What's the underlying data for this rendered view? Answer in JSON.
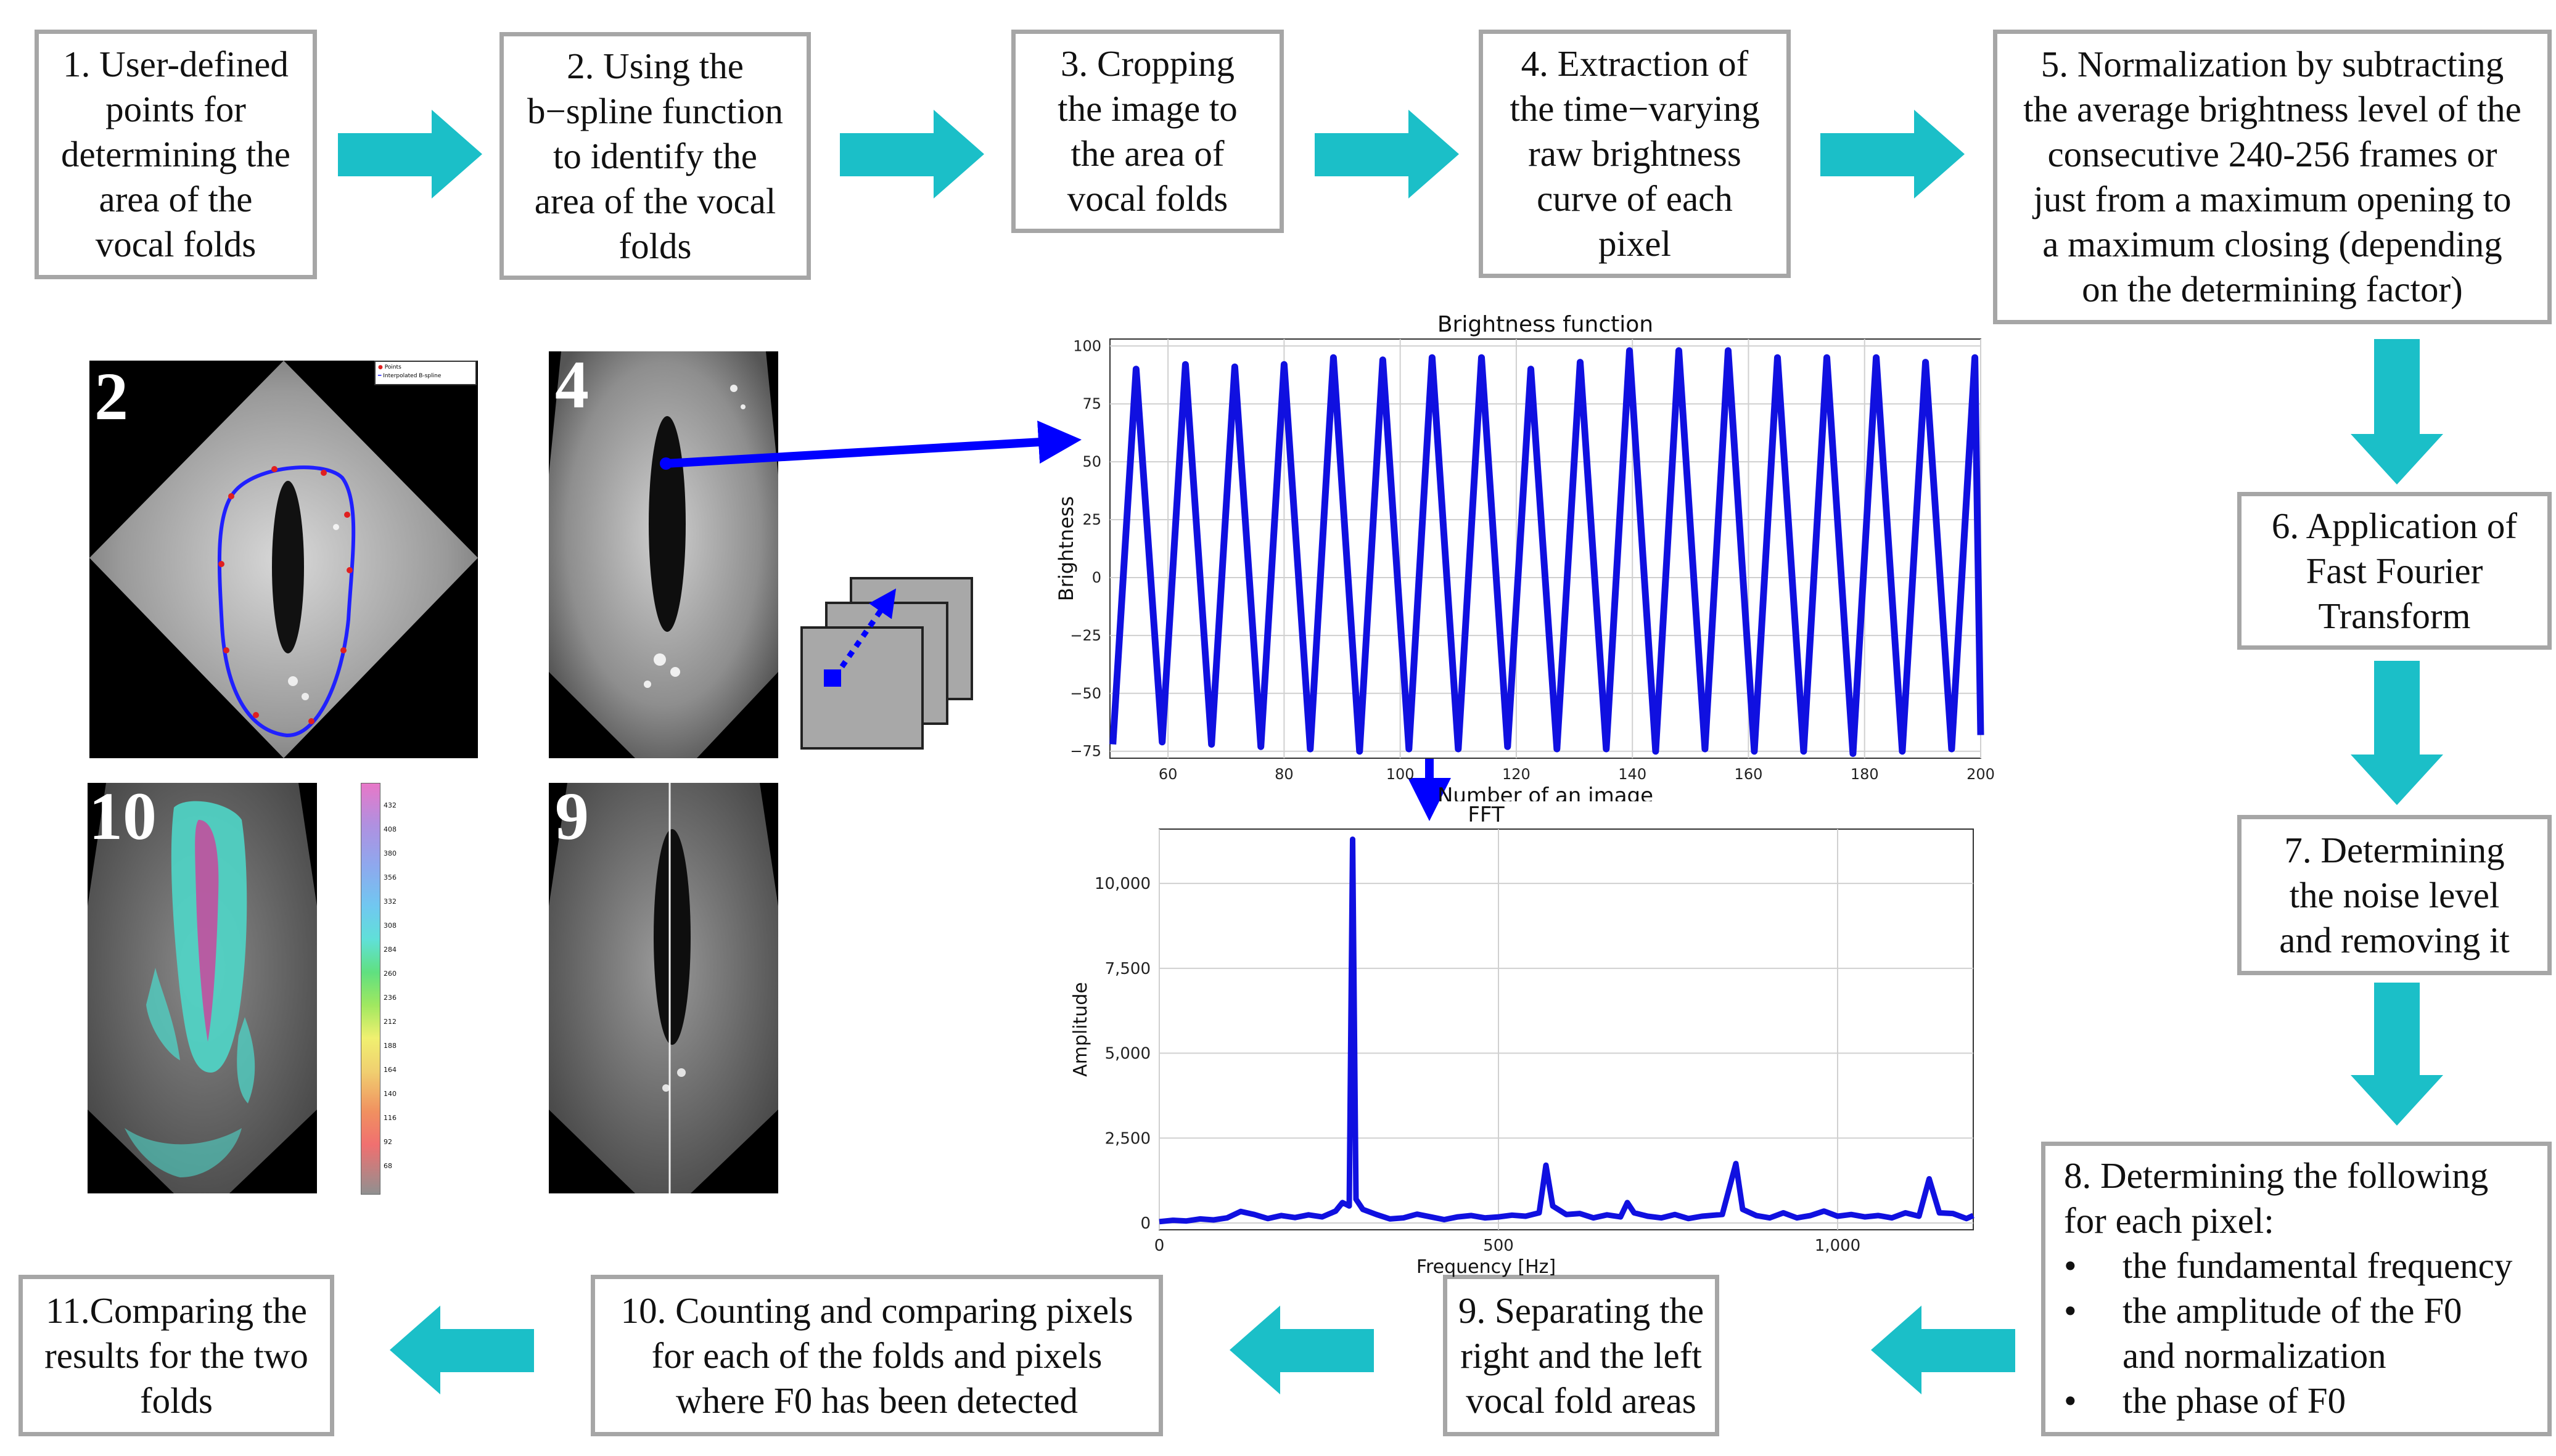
{
  "steps": [
    {
      "id": "step-1",
      "lines": [
        "1. User-defined",
        "points for",
        "determining the",
        "area of the",
        "vocal folds"
      ]
    },
    {
      "id": "step-2",
      "lines": [
        "2. Using the",
        "b−spline function",
        "to identify the",
        "area of the vocal",
        "folds"
      ]
    },
    {
      "id": "step-3",
      "lines": [
        "3. Cropping",
        "the image to",
        "the area of",
        "vocal folds"
      ]
    },
    {
      "id": "step-4",
      "lines": [
        "4. Extraction of",
        "the time−varying",
        "raw brightness",
        "curve of each",
        "pixel"
      ]
    },
    {
      "id": "step-5",
      "lines": [
        "5. Normalization by subtracting",
        "the average brightness level of the",
        "consecutive 240-256 frames or",
        "just from a maximum opening to",
        "a maximum closing (depending",
        "on the determining factor)"
      ]
    },
    {
      "id": "step-6",
      "lines": [
        "6. Application of",
        "Fast Fourier",
        "Transform"
      ]
    },
    {
      "id": "step-7",
      "lines": [
        "7. Determining",
        "the noise level",
        "and removing it"
      ]
    },
    {
      "id": "step-9",
      "lines": [
        "9. Separating the",
        "right and the left",
        "vocal fold areas"
      ]
    },
    {
      "id": "step-10",
      "lines": [
        "10. Counting and comparing pixels",
        "for each of the folds and pixels",
        "where F0 has been detected"
      ]
    },
    {
      "id": "step-11",
      "lines": [
        "11.Comparing the",
        "results for the two",
        "folds"
      ]
    }
  ],
  "step8": {
    "lines": [
      "8. Determining the following",
      "for each pixel:"
    ],
    "bullet_symbol": "•",
    "bullets": [
      [
        "the fundamental frequency"
      ],
      [
        "the amplitude of the F0",
        "and normalization"
      ],
      [
        "the phase of F0"
      ]
    ]
  },
  "image_labels": {
    "img2": "2",
    "img4": "4",
    "img10": "10",
    "img9": "9"
  },
  "legend": {
    "points": "Points",
    "interpolated": "Interpolated B-spline"
  },
  "colorbar_ticks": [
    "432",
    "408",
    "380",
    "356",
    "332",
    "308",
    "284",
    "260",
    "236",
    "212",
    "188",
    "164",
    "140",
    "116",
    "92",
    "68"
  ],
  "colors": {
    "arrow": "#1bbfc8",
    "box_border": "#a6a6a6",
    "series": "#1010e0",
    "link": "#0000ff"
  },
  "chart_data": [
    {
      "type": "line",
      "title": "Brightness function",
      "xlabel": "Number of an image",
      "ylabel": "Brightness",
      "xlim": [
        50,
        200
      ],
      "ylim": [
        -78,
        103
      ],
      "xticks": [
        60,
        80,
        100,
        120,
        140,
        160,
        180,
        200
      ],
      "yticks": [
        100,
        75,
        50,
        25,
        0,
        -25,
        -50,
        -75
      ],
      "ytick_labels": [
        "100",
        "75",
        "50",
        "25",
        "0",
        "−25",
        "−50",
        "−75"
      ],
      "grid": true,
      "peaks": [
        {
          "x": 54.5,
          "y": 90
        },
        {
          "x": 63,
          "y": 92
        },
        {
          "x": 71.5,
          "y": 91
        },
        {
          "x": 80,
          "y": 92
        },
        {
          "x": 88.5,
          "y": 95
        },
        {
          "x": 97,
          "y": 94
        },
        {
          "x": 105.5,
          "y": 95
        },
        {
          "x": 114,
          "y": 95
        },
        {
          "x": 122.5,
          "y": 90
        },
        {
          "x": 131,
          "y": 93
        },
        {
          "x": 139.5,
          "y": 98
        },
        {
          "x": 148,
          "y": 98
        },
        {
          "x": 156.5,
          "y": 98
        },
        {
          "x": 165,
          "y": 95
        },
        {
          "x": 173.5,
          "y": 95
        },
        {
          "x": 182,
          "y": 95
        },
        {
          "x": 190.5,
          "y": 93
        },
        {
          "x": 199,
          "y": 95
        }
      ],
      "troughs": [
        {
          "x": 50.5,
          "y": -72
        },
        {
          "x": 59,
          "y": -71
        },
        {
          "x": 67.5,
          "y": -72
        },
        {
          "x": 76,
          "y": -73
        },
        {
          "x": 84.5,
          "y": -74
        },
        {
          "x": 93,
          "y": -75
        },
        {
          "x": 101.5,
          "y": -74
        },
        {
          "x": 110,
          "y": -74
        },
        {
          "x": 118.5,
          "y": -73
        },
        {
          "x": 127,
          "y": -74
        },
        {
          "x": 135.5,
          "y": -74
        },
        {
          "x": 144,
          "y": -75
        },
        {
          "x": 152.5,
          "y": -74
        },
        {
          "x": 161,
          "y": -75
        },
        {
          "x": 169.5,
          "y": -75
        },
        {
          "x": 178,
          "y": -76
        },
        {
          "x": 186.5,
          "y": -75
        },
        {
          "x": 195,
          "y": -74
        },
        {
          "x": 200,
          "y": -68
        }
      ]
    },
    {
      "type": "line",
      "title": "FFT",
      "xlabel": "Frequency [Hz]",
      "ylabel": "Amplitude",
      "xlim": [
        0,
        1200
      ],
      "ylim": [
        -200,
        11600
      ],
      "xticks": [
        0,
        500,
        1000
      ],
      "xtick_labels": [
        "0",
        "500",
        "1,000"
      ],
      "yticks": [
        0,
        2500,
        5000,
        7500,
        10000
      ],
      "ytick_labels": [
        "0",
        "2,500",
        "5,000",
        "7,500",
        "10,000"
      ],
      "grid": true,
      "points": [
        [
          0,
          40
        ],
        [
          20,
          80
        ],
        [
          40,
          60
        ],
        [
          60,
          120
        ],
        [
          80,
          90
        ],
        [
          100,
          150
        ],
        [
          120,
          340
        ],
        [
          140,
          250
        ],
        [
          160,
          130
        ],
        [
          180,
          220
        ],
        [
          200,
          160
        ],
        [
          220,
          240
        ],
        [
          240,
          180
        ],
        [
          260,
          350
        ],
        [
          270,
          600
        ],
        [
          280,
          500
        ],
        [
          285,
          11300
        ],
        [
          290,
          700
        ],
        [
          300,
          400
        ],
        [
          320,
          250
        ],
        [
          340,
          120
        ],
        [
          360,
          150
        ],
        [
          380,
          260
        ],
        [
          400,
          180
        ],
        [
          420,
          100
        ],
        [
          440,
          180
        ],
        [
          460,
          220
        ],
        [
          480,
          150
        ],
        [
          500,
          180
        ],
        [
          520,
          230
        ],
        [
          540,
          200
        ],
        [
          560,
          300
        ],
        [
          570,
          1700
        ],
        [
          580,
          500
        ],
        [
          600,
          250
        ],
        [
          620,
          280
        ],
        [
          640,
          150
        ],
        [
          660,
          240
        ],
        [
          680,
          180
        ],
        [
          690,
          600
        ],
        [
          700,
          300
        ],
        [
          720,
          200
        ],
        [
          740,
          150
        ],
        [
          760,
          250
        ],
        [
          780,
          130
        ],
        [
          800,
          200
        ],
        [
          830,
          250
        ],
        [
          850,
          1750
        ],
        [
          860,
          400
        ],
        [
          880,
          220
        ],
        [
          900,
          150
        ],
        [
          920,
          300
        ],
        [
          940,
          150
        ],
        [
          960,
          220
        ],
        [
          980,
          350
        ],
        [
          1000,
          200
        ],
        [
          1020,
          250
        ],
        [
          1040,
          180
        ],
        [
          1060,
          220
        ],
        [
          1080,
          150
        ],
        [
          1100,
          300
        ],
        [
          1120,
          200
        ],
        [
          1135,
          1300
        ],
        [
          1150,
          300
        ],
        [
          1170,
          280
        ],
        [
          1190,
          130
        ],
        [
          1200,
          220
        ]
      ]
    }
  ]
}
